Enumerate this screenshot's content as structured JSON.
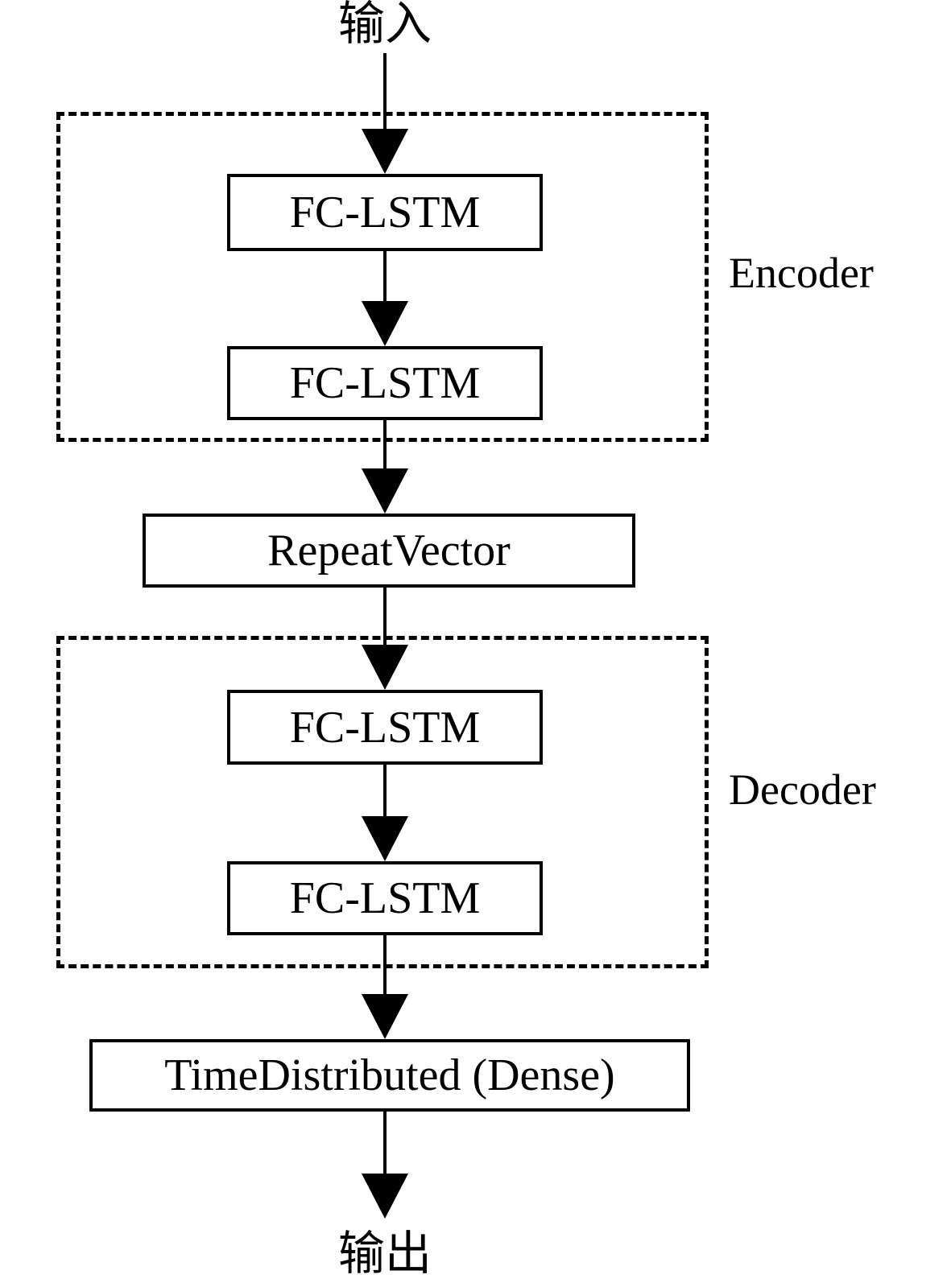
{
  "diagram": {
    "title_semantic": "Encoder-Decoder FC-LSTM architecture flow diagram",
    "background_color": "#ffffff",
    "line_color": "#000000",
    "input_label": "输入",
    "output_label": "输出",
    "encoder": {
      "label": "Encoder",
      "layers": [
        "FC-LSTM",
        "FC-LSTM"
      ]
    },
    "repeat_vector_label": "RepeatVector",
    "decoder": {
      "label": "Decoder",
      "layers": [
        "FC-LSTM",
        "FC-LSTM"
      ]
    },
    "time_distributed_label": "TimeDistributed (Dense)"
  }
}
